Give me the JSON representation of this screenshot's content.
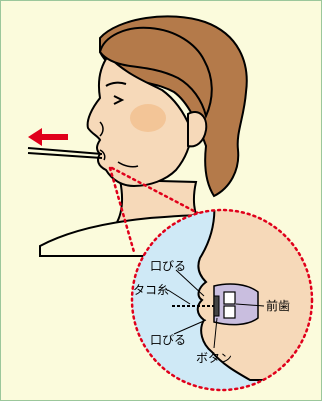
{
  "labels": {
    "lip_upper": "口びる",
    "kite_string": "タコ糸",
    "lip_lower": "口びる",
    "front_teeth": "前歯",
    "button": "ボタン"
  },
  "colors": {
    "background": "#fbfbdc",
    "frame": "#9bc79b",
    "skin": "#f6d9b9",
    "hair": "#b47a4a",
    "cheek": "#f3bf8e",
    "inset_fill": "#cfe9f6",
    "dotted_outline": "#e0001b",
    "arrow": "#e0001b",
    "mouth_inner": "#c9bedf"
  },
  "icons": {
    "arrow": "left-arrow-icon",
    "person": "person-profile-illustration"
  }
}
